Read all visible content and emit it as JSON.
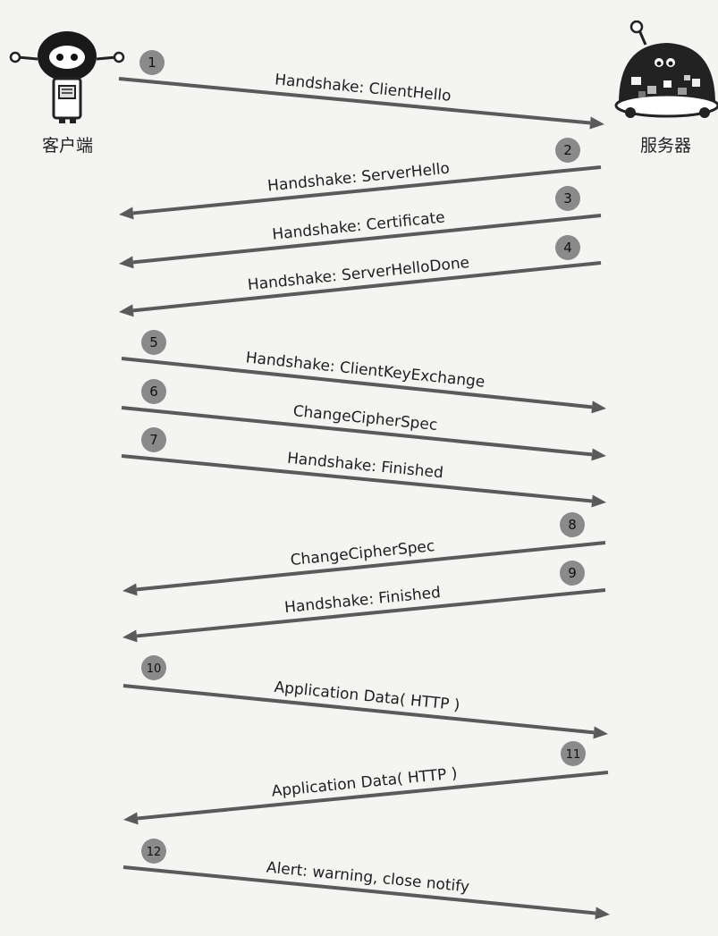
{
  "actors": {
    "client": {
      "label": "客户端",
      "icon": "robot-client-icon"
    },
    "server": {
      "label": "服务器",
      "icon": "robot-server-icon"
    }
  },
  "messages": [
    {
      "step": "1",
      "from": "client",
      "to": "server",
      "label": "Handshake: ClientHello"
    },
    {
      "step": "2",
      "from": "server",
      "to": "client",
      "label": "Handshake: ServerHello"
    },
    {
      "step": "3",
      "from": "server",
      "to": "client",
      "label": "Handshake: Certificate"
    },
    {
      "step": "4",
      "from": "server",
      "to": "client",
      "label": "Handshake: ServerHelloDone"
    },
    {
      "step": "5",
      "from": "client",
      "to": "server",
      "label": "Handshake: ClientKeyExchange"
    },
    {
      "step": "6",
      "from": "client",
      "to": "server",
      "label": "ChangeCipherSpec"
    },
    {
      "step": "7",
      "from": "client",
      "to": "server",
      "label": "Handshake: Finished"
    },
    {
      "step": "8",
      "from": "server",
      "to": "client",
      "label": "ChangeCipherSpec"
    },
    {
      "step": "9",
      "from": "server",
      "to": "client",
      "label": "Handshake: Finished"
    },
    {
      "step": "10",
      "from": "client",
      "to": "server",
      "label": "Application Data( HTTP )"
    },
    {
      "step": "11",
      "from": "server",
      "to": "client",
      "label": "Application Data( HTTP )"
    },
    {
      "step": "12",
      "from": "client",
      "to": "server",
      "label": "Alert: warning, close notify"
    }
  ]
}
